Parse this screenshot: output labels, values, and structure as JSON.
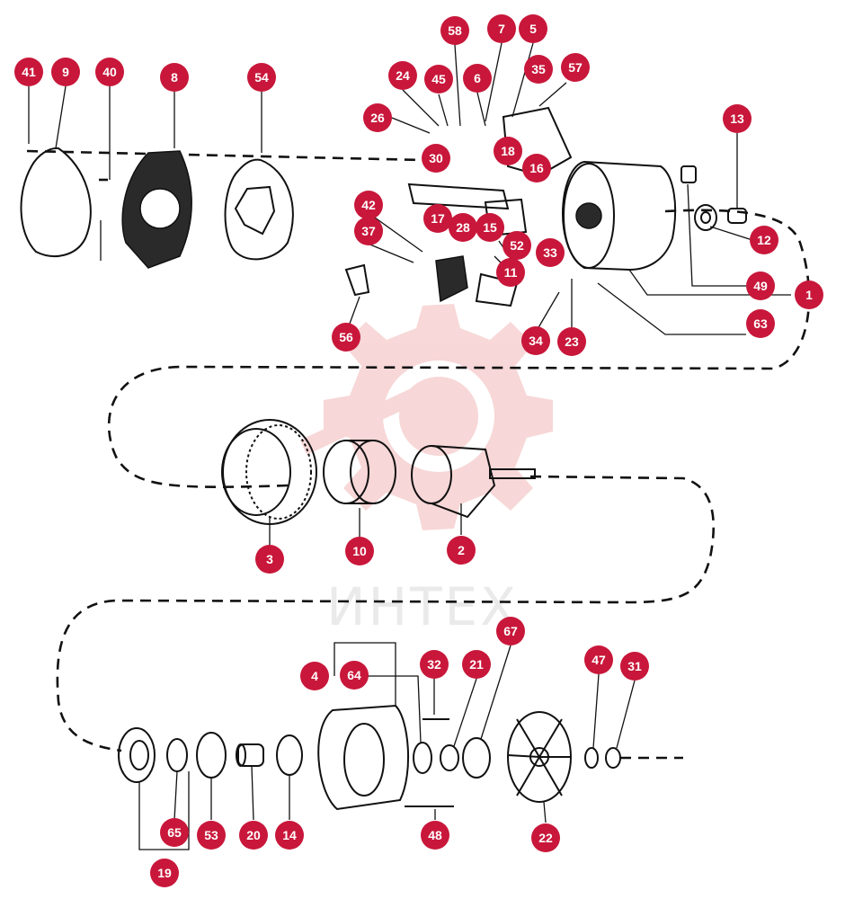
{
  "watermark": {
    "brand_text": "ИНТЕХ",
    "logo_icon": "gear-hammer-logo-icon",
    "color": "#f4c4c4"
  },
  "callout_color": "#c8173a",
  "callouts": [
    "41",
    "9",
    "40",
    "8",
    "54",
    "58",
    "7",
    "5",
    "24",
    "45",
    "6",
    "35",
    "57",
    "26",
    "18",
    "13",
    "30",
    "16",
    "42",
    "17",
    "28",
    "15",
    "12",
    "37",
    "52",
    "33",
    "49",
    "11",
    "1",
    "63",
    "56",
    "34",
    "23",
    "3",
    "10",
    "2",
    "4",
    "64",
    "32",
    "21",
    "67",
    "47",
    "31",
    "65",
    "53",
    "20",
    "14",
    "48",
    "22",
    "19"
  ]
}
